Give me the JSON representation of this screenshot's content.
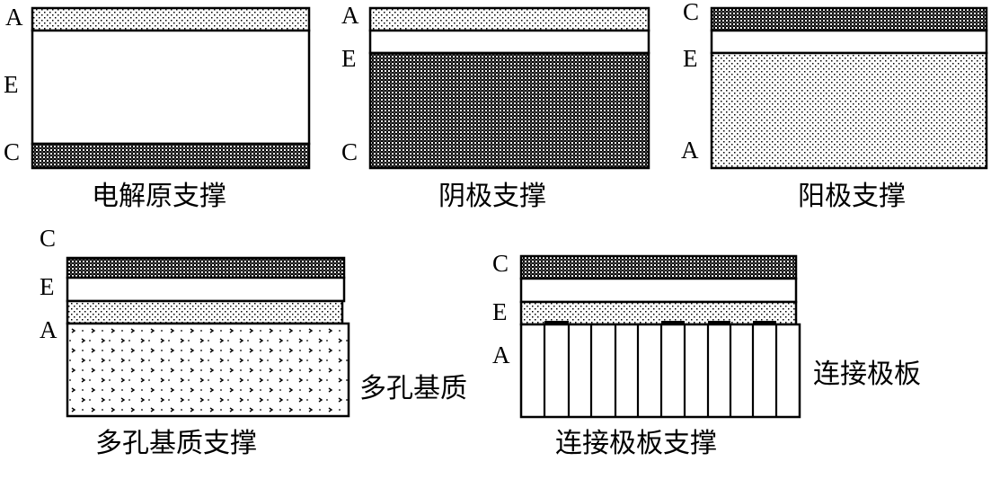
{
  "diagram": {
    "colors": {
      "ink": "#000000",
      "background": "#ffffff"
    },
    "patterns": {
      "anode": "light-dotted",
      "cathode": "dark-checkered",
      "electrolyte": "white",
      "porous_substrate": "speckled-chevron",
      "interconnect": "vertical-ribs"
    },
    "panels": [
      {
        "id": "electrolyte-supported",
        "caption": "电解原支撑",
        "labels": [
          "A",
          "E",
          "C"
        ],
        "layers": [
          "anode",
          "electrolyte",
          "cathode"
        ]
      },
      {
        "id": "cathode-supported",
        "caption": "阴极支撑",
        "labels": [
          "A",
          "E",
          "C"
        ],
        "layers": [
          "anode",
          "electrolyte",
          "cathode"
        ]
      },
      {
        "id": "anode-supported",
        "caption": "阳极支撑",
        "labels": [
          "C",
          "E",
          "A"
        ],
        "layers": [
          "cathode",
          "electrolyte",
          "anode"
        ]
      },
      {
        "id": "porous-substrate-supported",
        "caption": "多孔基质支撑",
        "labels": [
          "C",
          "E",
          "A"
        ],
        "layers": [
          "cathode",
          "electrolyte",
          "anode",
          "porous_substrate"
        ],
        "side_label": "多孔基质"
      },
      {
        "id": "interconnect-supported",
        "caption": "连接极板支撑",
        "labels": [
          "C",
          "E",
          "A"
        ],
        "layers": [
          "cathode",
          "electrolyte",
          "anode",
          "interconnect"
        ],
        "side_label": "连接极板"
      }
    ]
  }
}
